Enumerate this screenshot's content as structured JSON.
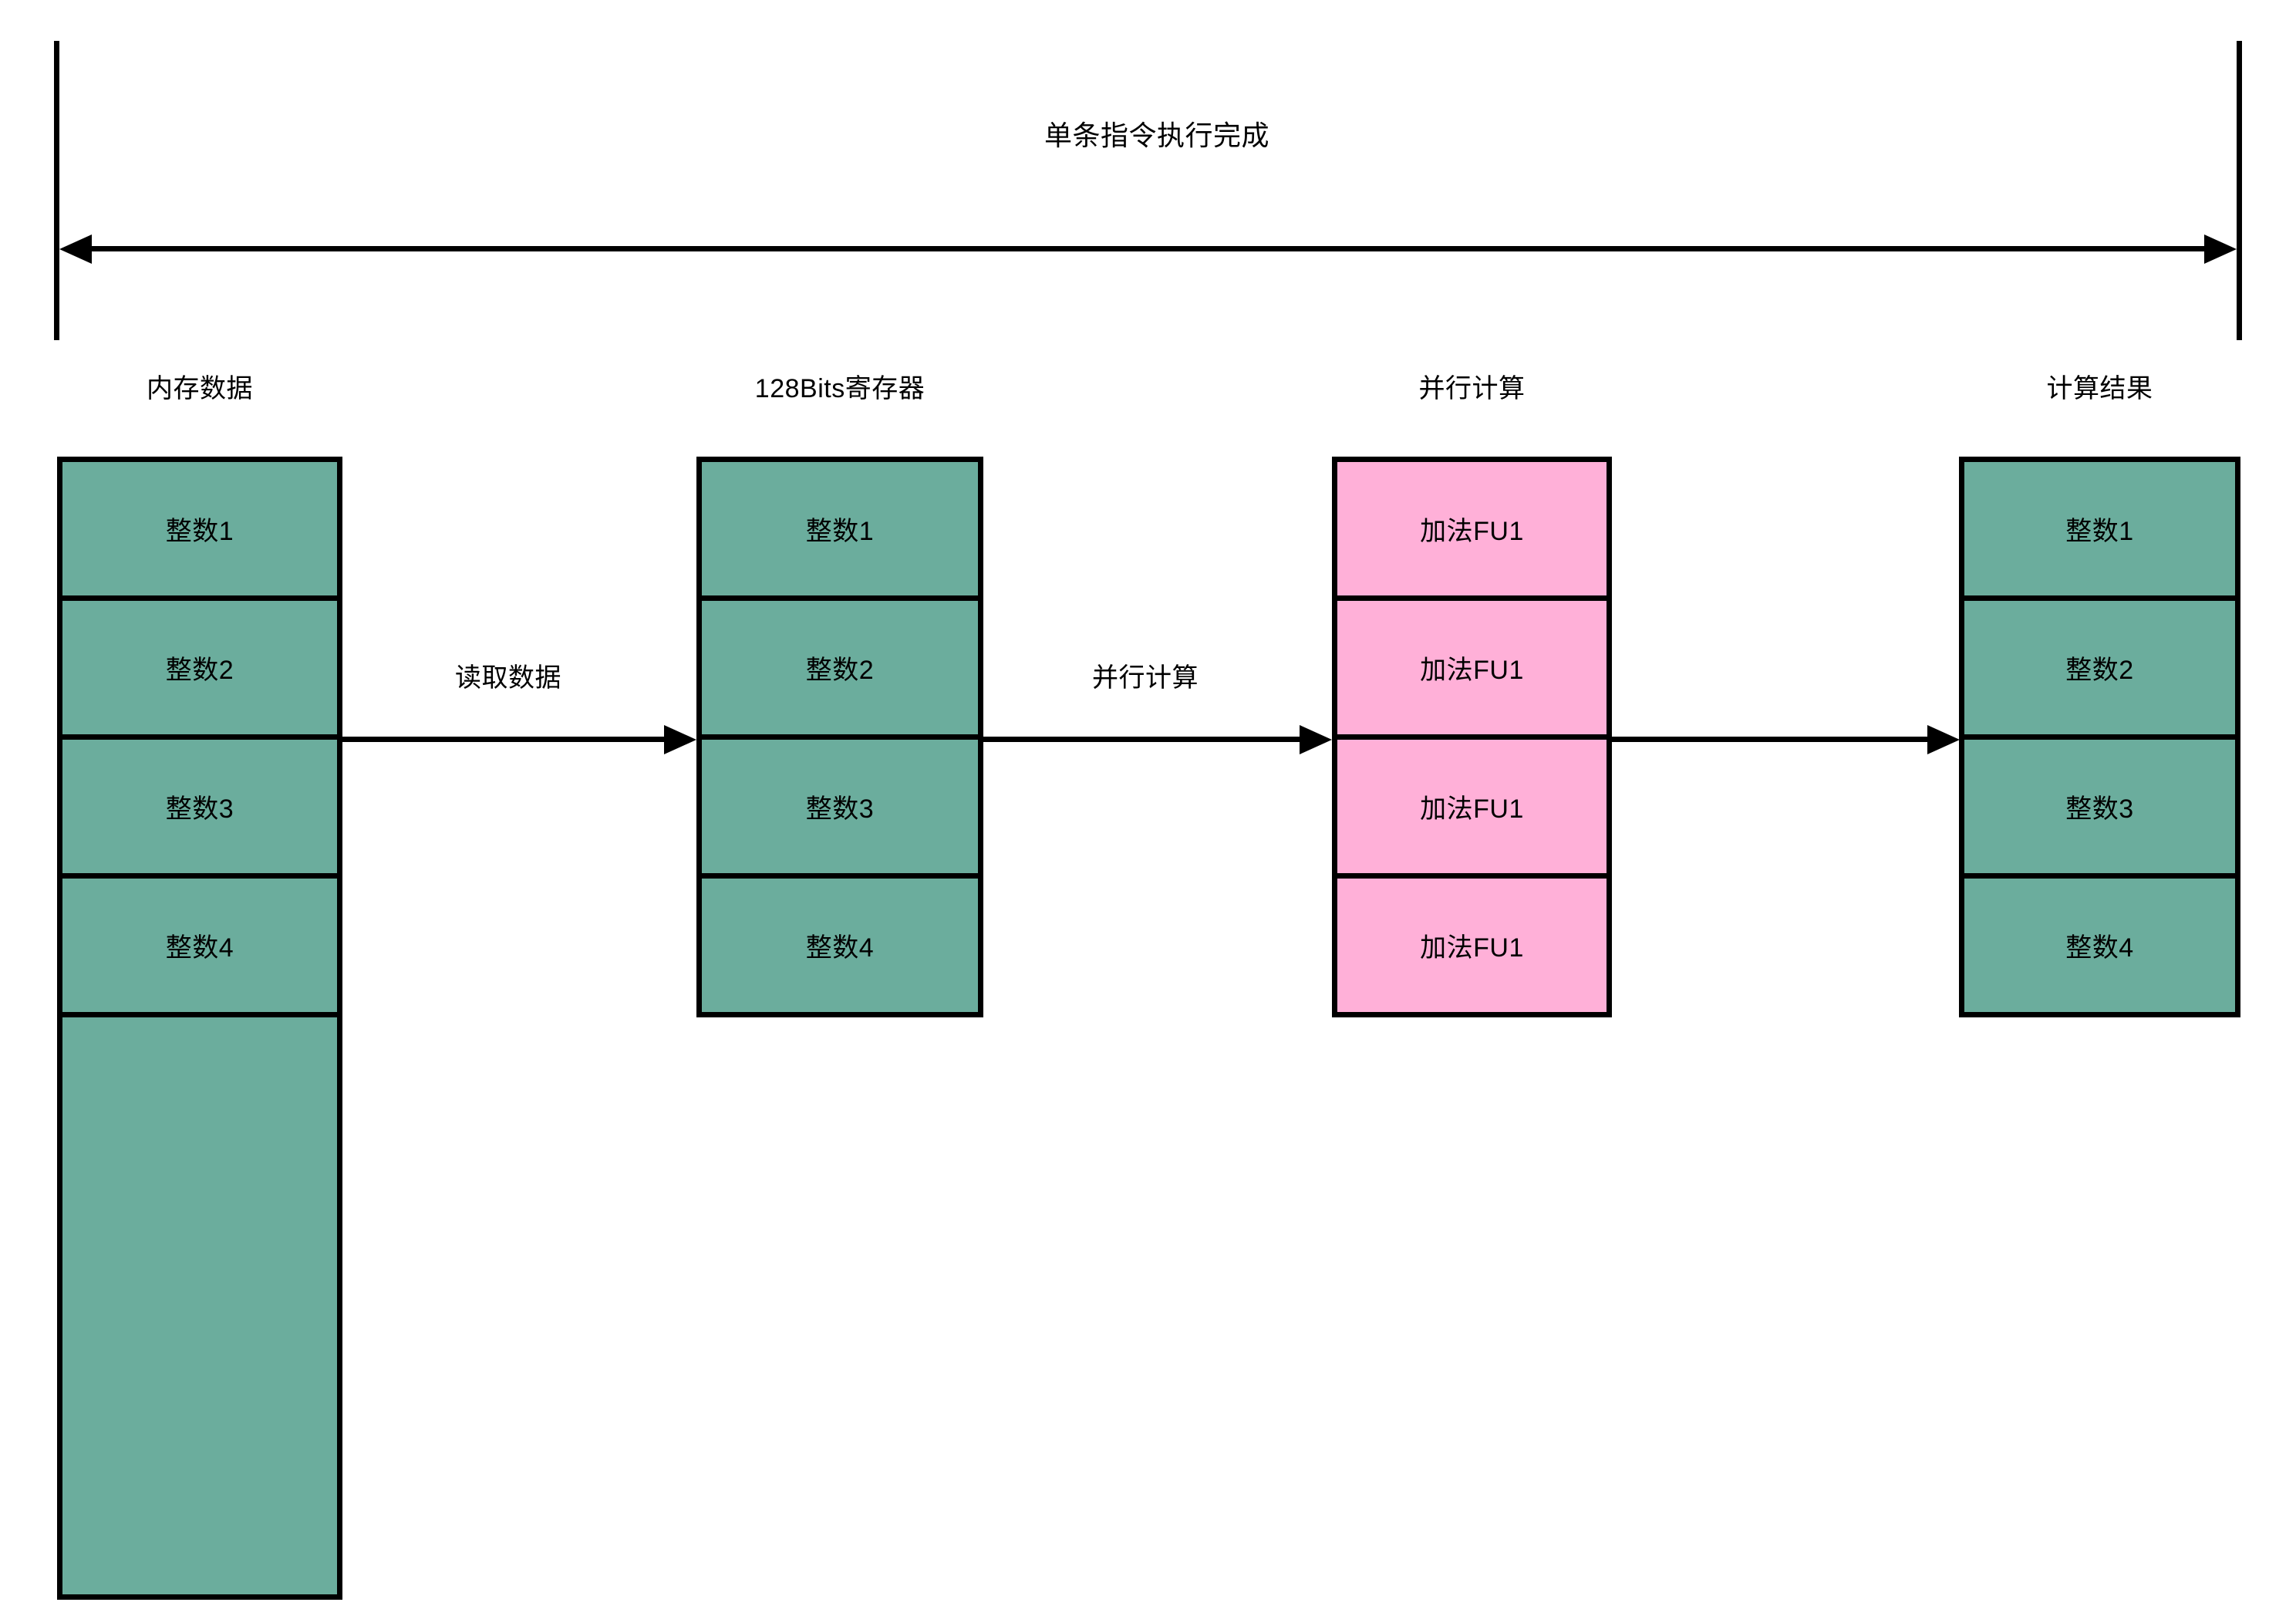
{
  "diagram": {
    "title": "单条指令执行完成",
    "background_color": "#FFFFFF",
    "stroke_color": "#000000",
    "green_color": "#6BAD9D",
    "pink_color": "#FFB0D8"
  },
  "span": {
    "label": "单条指令执行完成"
  },
  "columns": [
    {
      "header": "内存数据",
      "color": "#6BAD9D",
      "cells": [
        "整数1",
        "整数2",
        "整数3",
        "整数4",
        ""
      ]
    },
    {
      "header": "128Bits寄存器",
      "color": "#6BAD9D",
      "cells": [
        "整数1",
        "整数2",
        "整数3",
        "整数4"
      ]
    },
    {
      "header": "并行计算",
      "color": "#FFB0D8",
      "cells": [
        "加法FU1",
        "加法FU1",
        "加法FU1",
        "加法FU1"
      ]
    },
    {
      "header": "计算结果",
      "color": "#6BAD9D",
      "cells": [
        "整数1",
        "整数2",
        "整数3",
        "整数4"
      ]
    }
  ],
  "arrows": [
    {
      "label": "读取数据"
    },
    {
      "label": "并行计算"
    },
    {
      "label": ""
    }
  ]
}
